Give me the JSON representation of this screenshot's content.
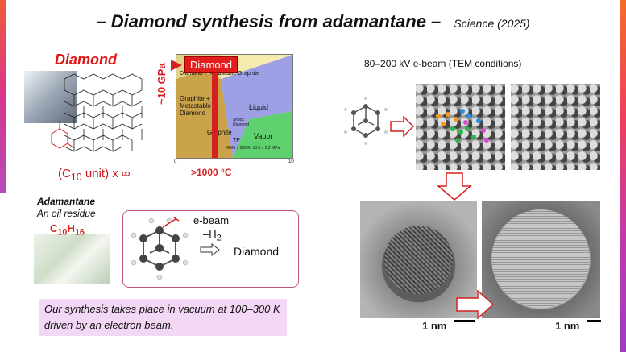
{
  "title": {
    "main": "– Diamond synthesis from adamantane –",
    "citation": "Science (2025)"
  },
  "diamond_panel": {
    "label": "Diamond",
    "unit_text": "(C10 unit) x ∞",
    "unit_prefix": "(C",
    "unit_sub": "10",
    "unit_suffix": " unit) x ∞"
  },
  "phase_diagram": {
    "badge": "Diamond",
    "pressure_label": "~10 GPa",
    "temperature_label": ">1000 °C",
    "regions": {
      "graphite_metastable_diamond": "Graphite + Metastable Diamond",
      "diamond_metastable_graphite": "Diamond + Metastable Graphite",
      "graphite": "Graphite",
      "liquid": "Liquid",
      "vapor": "Vapor",
      "solid_region": "Shock Diamond",
      "tp": "TP",
      "tp_conditions": "4800 ± 300 K, 10.8 ± 0.2 MPa"
    },
    "x_ticks": [
      "0",
      "10"
    ]
  },
  "adamantane": {
    "name": "Adamantane",
    "description": "An oil residue",
    "formula_c": "C",
    "formula_c_sub": "10",
    "formula_h": "H",
    "formula_h_sub": "16"
  },
  "reaction": {
    "condition": "e-beam",
    "byproduct_minus": "–H",
    "byproduct_sub": "2",
    "product": "Diamond"
  },
  "caption": "Our synthesis takes place in vacuum at 100–300 K driven by an electron beam.",
  "tem": {
    "conditions": "80–200 kV e-beam (TEM conditions)",
    "scale_label_1": "1 nm",
    "scale_label_2": "1 nm"
  }
}
